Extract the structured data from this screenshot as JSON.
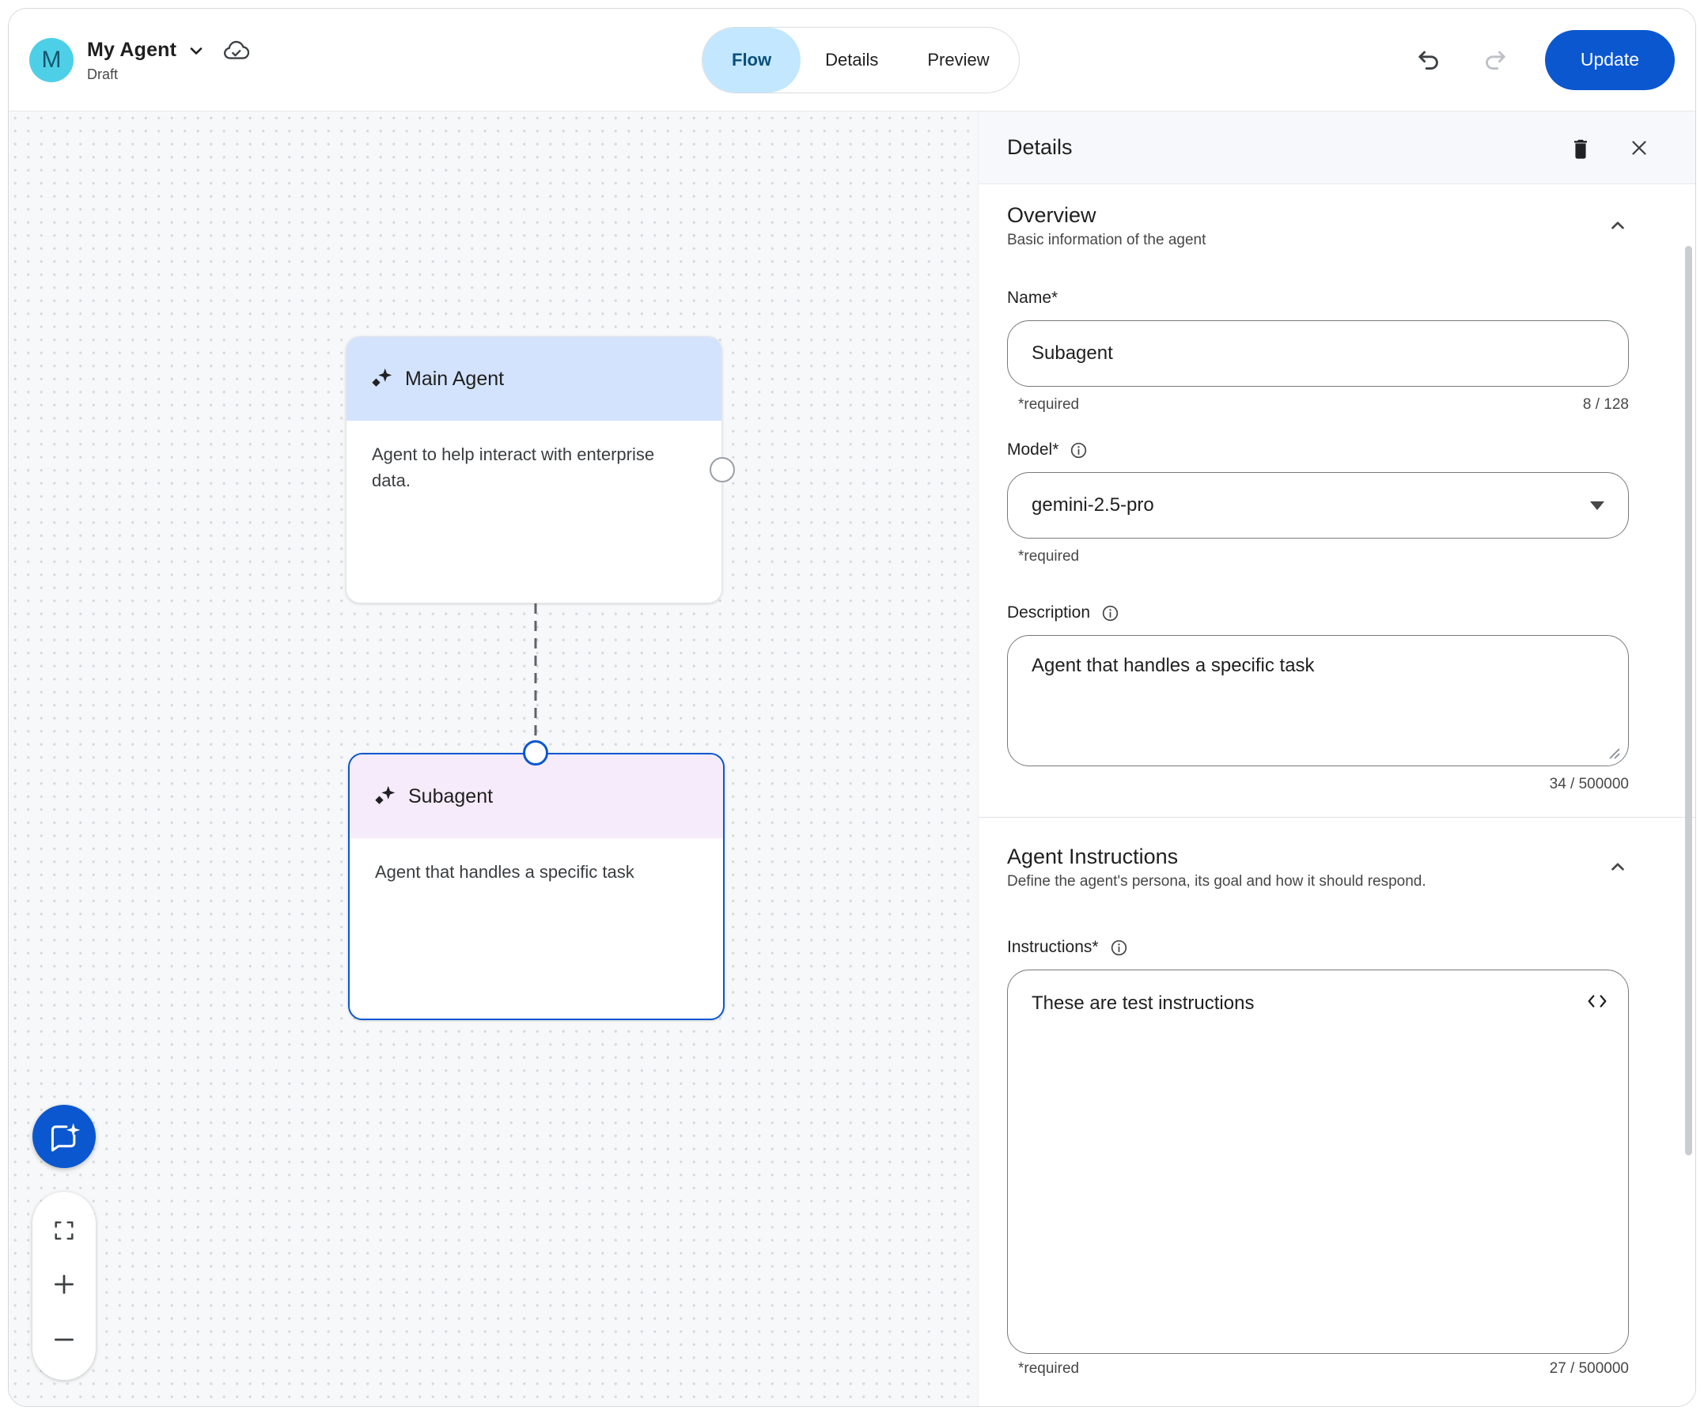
{
  "header": {
    "avatar_letter": "M",
    "title": "My Agent",
    "status": "Draft",
    "tabs": [
      {
        "label": "Flow",
        "selected": true
      },
      {
        "label": "Details",
        "selected": false
      },
      {
        "label": "Preview",
        "selected": false
      }
    ],
    "update_label": "Update"
  },
  "canvas": {
    "nodes": {
      "main": {
        "title": "Main Agent",
        "description": "Agent to help interact with enterprise data."
      },
      "sub": {
        "title": "Subagent",
        "description": "Agent that handles a specific task"
      }
    }
  },
  "panel": {
    "title": "Details",
    "overview": {
      "heading": "Overview",
      "subheading": "Basic information of the agent",
      "name": {
        "label": "Name*",
        "value": "Subagent",
        "required_note": "*required",
        "counter": "8 / 128"
      },
      "model": {
        "label": "Model*",
        "value": "gemini-2.5-pro",
        "required_note": "*required"
      },
      "description": {
        "label": "Description",
        "value": "Agent that handles a specific task",
        "counter": "34 / 500000"
      }
    },
    "agent_instructions": {
      "heading": "Agent Instructions",
      "subheading": "Define the agent's persona, its goal and how it should respond.",
      "instructions": {
        "label": "Instructions*",
        "value": "These are test instructions",
        "required_note": "*required",
        "counter": "27 / 500000"
      }
    }
  },
  "icons": {
    "cloud-sync-icon": "cloud with checkmark",
    "sparkle-icon": "four-point star with small diamond",
    "undo-icon": "curved arrow left",
    "redo-icon": "curved arrow right (disabled)",
    "trash-icon": "filled trash can",
    "close-icon": "x",
    "info-icon": "circled i",
    "code-icon": "angle brackets",
    "chat-sparkle-icon": "speech bubble with star",
    "fit-screen-icon": "corner brackets",
    "zoom-in-icon": "plus",
    "zoom-out-icon": "minus"
  },
  "colors": {
    "accent": "#0b57d0",
    "tab_selected_bg": "#c2e7ff",
    "tab_selected_text": "#0b4f79",
    "main_node_header": "#d3e3fd",
    "sub_node_header": "#f6ebfb",
    "avatar_bg": "#4ecfe8",
    "canvas_bg": "#f7f8f9"
  }
}
